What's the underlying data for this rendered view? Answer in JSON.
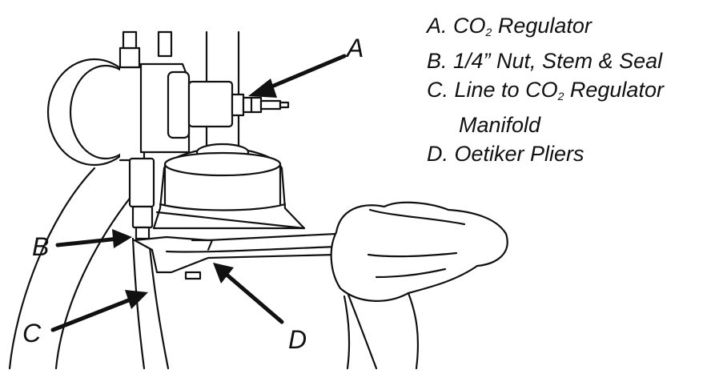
{
  "legend": {
    "a": {
      "prefix": "A. CO",
      "sub": "2",
      "suffix": " Regulator"
    },
    "b": {
      "text": "B. 1/4” Nut, Stem & Seal"
    },
    "c": {
      "prefix": "C. Line to CO",
      "sub": "2",
      "suffix": " Regulator"
    },
    "c_cont": {
      "text": "Manifold"
    },
    "d": {
      "text": "D. Oetiker Pliers"
    }
  },
  "callouts": {
    "a": "A",
    "b": "B",
    "c": "C",
    "d": "D"
  }
}
